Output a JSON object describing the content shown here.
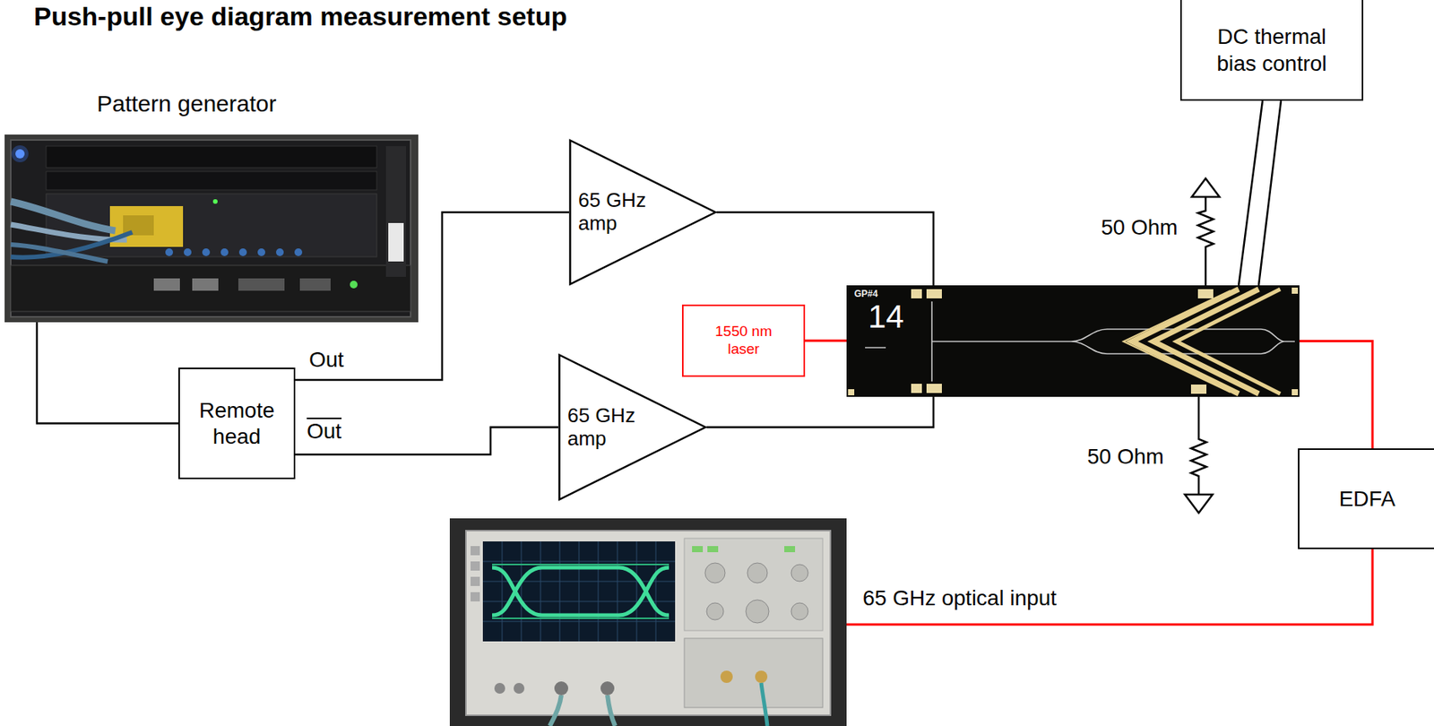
{
  "diagram": {
    "title": "Push-pull eye diagram measurement setup",
    "nodes": [
      {
        "text": [
          "Pattern generator"
        ]
      },
      {
        "text": [
          "Remote head"
        ]
      },
      {
        "text": [
          "65 GHz amp"
        ]
      },
      {
        "text": [
          "65 GHz amp"
        ]
      },
      {
        "text": [
          "1550 nm laser"
        ]
      },
      {
        "text": [
          "GP#4",
          "14"
        ]
      },
      {
        "text": [
          "DC thermal bias control"
        ]
      },
      {
        "text": [
          "EDFA"
        ]
      }
    ],
    "edges": [
      {
        "from": 0,
        "to": 1,
        "arrow": "none"
      },
      {
        "from": 1,
        "to": 2,
        "label": "Out",
        "arrow": "none"
      },
      {
        "from": 1,
        "to": 3,
        "label": "Out",
        "arrow": "none"
      },
      {
        "from": 2,
        "to": 5,
        "arrow": "none"
      },
      {
        "from": 3,
        "to": 5,
        "arrow": "none"
      },
      {
        "from": 4,
        "to": 5,
        "arrow": "none"
      },
      {
        "from": 6,
        "to": 5,
        "arrow": "none"
      },
      {
        "from": 5,
        "to": 7,
        "arrow": "none"
      }
    ],
    "labels": [
      "50 Ohm",
      "50 Ohm",
      "65 GHz optical input"
    ]
  }
}
